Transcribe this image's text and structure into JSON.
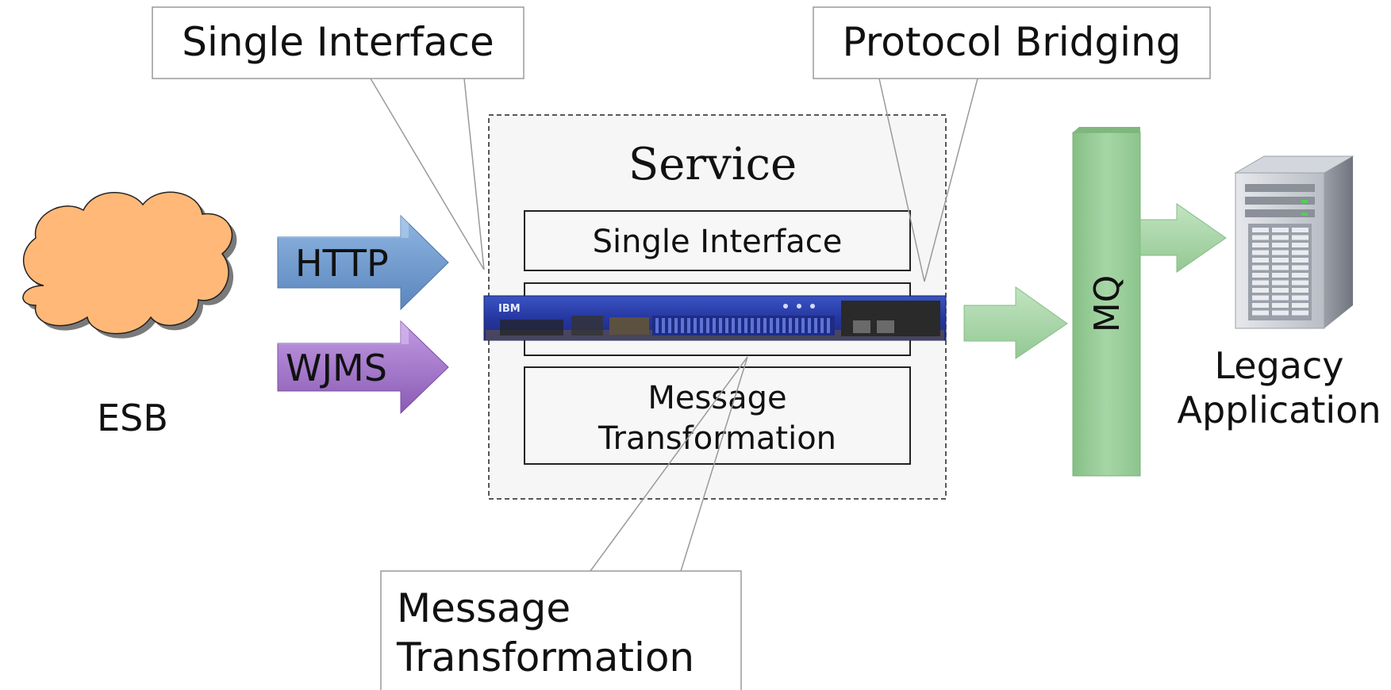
{
  "callouts": {
    "single_interface": "Single Interface",
    "protocol_bridging": "Protocol Bridging",
    "message_transformation_line1": "Message",
    "message_transformation_line2": "Transformation"
  },
  "service": {
    "title": "Service",
    "box_single_interface": "Single Interface",
    "box_message_line1": "Message",
    "box_message_line2": "Transformation"
  },
  "esb": {
    "label": "ESB"
  },
  "arrows": {
    "http": "HTTP",
    "wjms": "WJMS"
  },
  "mq": {
    "label": "MQ"
  },
  "legacy": {
    "line1": "Legacy",
    "line2": "Application"
  },
  "device": {
    "brand": "IBM"
  },
  "colors": {
    "esb_cloud": "#ffb877",
    "http_arrow": "#6d9acd",
    "wjms_arrow": "#9f72c6",
    "mq_bar": "#9ccc9c",
    "green_arrow": "#a9d6a9",
    "appliance": "#2b3fa6"
  }
}
